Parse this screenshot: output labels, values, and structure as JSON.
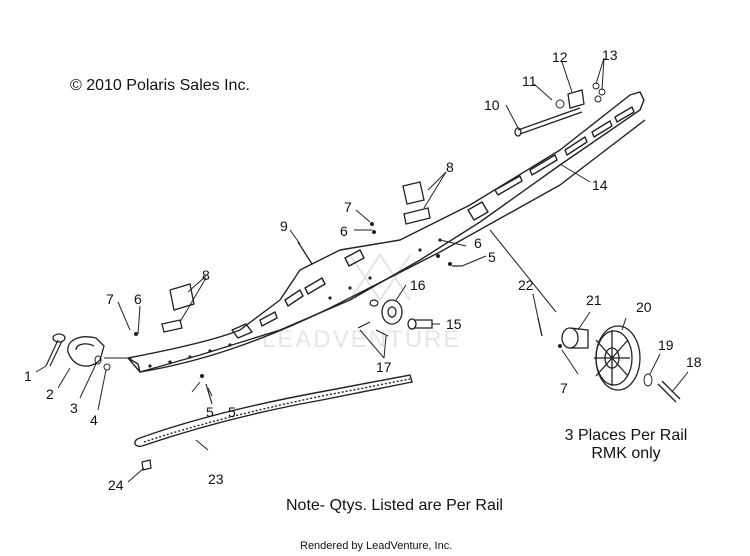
{
  "copyright": "© 2010 Polaris Sales Inc.",
  "notes": {
    "line1": "3 Places Per Rail",
    "line2": "RMK only",
    "qty": "Note- Qtys. Listed are Per Rail"
  },
  "footer": "Rendered by LeadVenture, Inc.",
  "watermark": "LEADVENTURE",
  "callouts": [
    "1",
    "2",
    "3",
    "4",
    "5",
    "5",
    "5",
    "6",
    "6",
    "6",
    "7",
    "7",
    "7",
    "8",
    "8",
    "9",
    "10",
    "11",
    "12",
    "13",
    "14",
    "15",
    "16",
    "17",
    "18",
    "19",
    "20",
    "21",
    "22",
    "23",
    "24"
  ]
}
